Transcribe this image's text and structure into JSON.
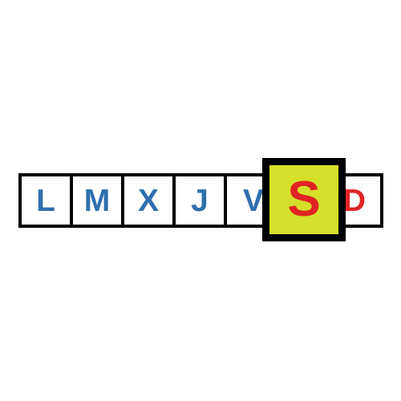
{
  "colors": {
    "letter_default": "#2f6fae",
    "letter_accent": "#e02424",
    "highlight_fill": "#d4e02a",
    "border": "#000000",
    "background": "#ffffff"
  },
  "sequence": {
    "letters": [
      {
        "text": "L",
        "color": "#2f6fae"
      },
      {
        "text": "M",
        "color": "#2f6fae"
      },
      {
        "text": "X",
        "color": "#2f6fae"
      },
      {
        "text": "J",
        "color": "#2f6fae"
      },
      {
        "text": "V",
        "color": "#2f6fae"
      },
      {
        "text": "S",
        "color": "#e02424"
      },
      {
        "text": "D",
        "color": "#e02424"
      }
    ],
    "highlighted_index": 5
  }
}
